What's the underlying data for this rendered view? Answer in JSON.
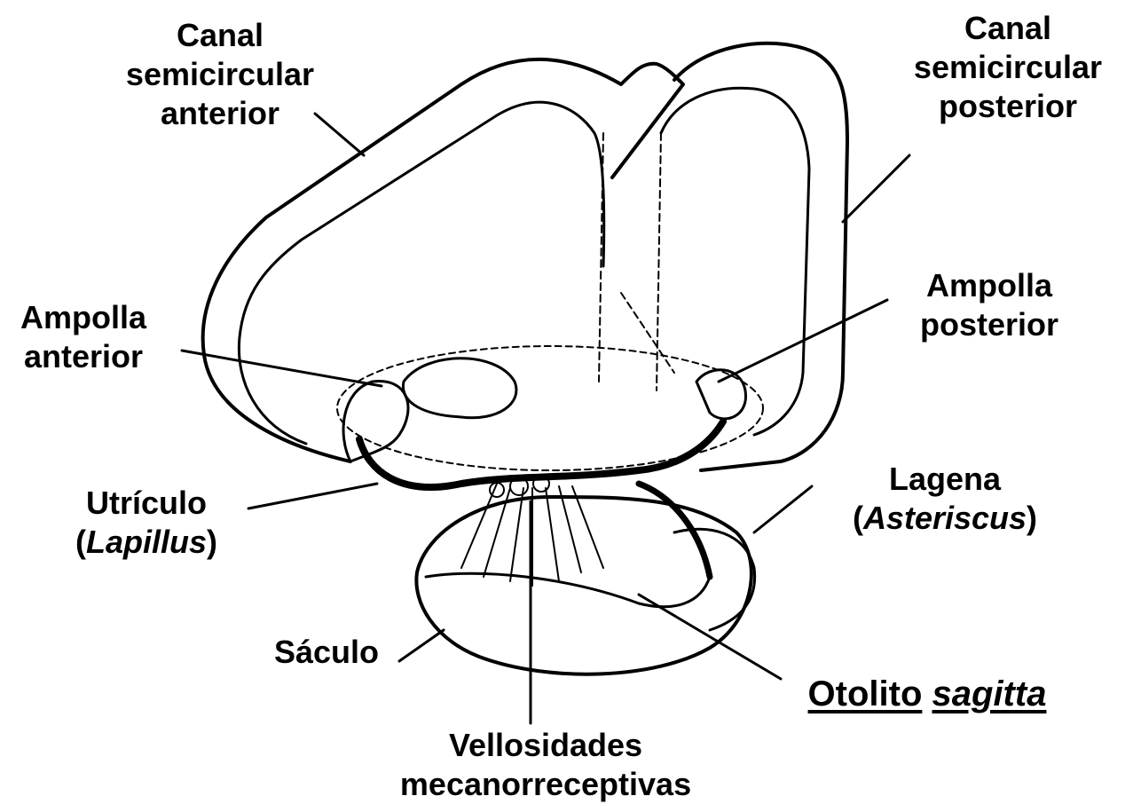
{
  "labels": {
    "canal_anterior": [
      "Canal",
      "semicircular",
      "anterior"
    ],
    "canal_posterior": [
      "Canal",
      "semicircular",
      "posterior"
    ],
    "ampolla_posterior": [
      "Ampolla",
      "posterior"
    ],
    "ampolla_anterior": [
      "Ampolla",
      "anterior"
    ],
    "utriculo": {
      "line1": "Utrículo",
      "open": "(",
      "italic": "Lapillus",
      "close": ")"
    },
    "lagena": {
      "line1": "Lagena",
      "open": "(",
      "italic": "Asteriscus",
      "close": ")"
    },
    "saculo": "Sáculo",
    "otolito": {
      "word1": "Otolito",
      "word2": "sagitta"
    },
    "vellosidades": [
      "Vellosidades",
      "mecanorreceptivas"
    ]
  }
}
